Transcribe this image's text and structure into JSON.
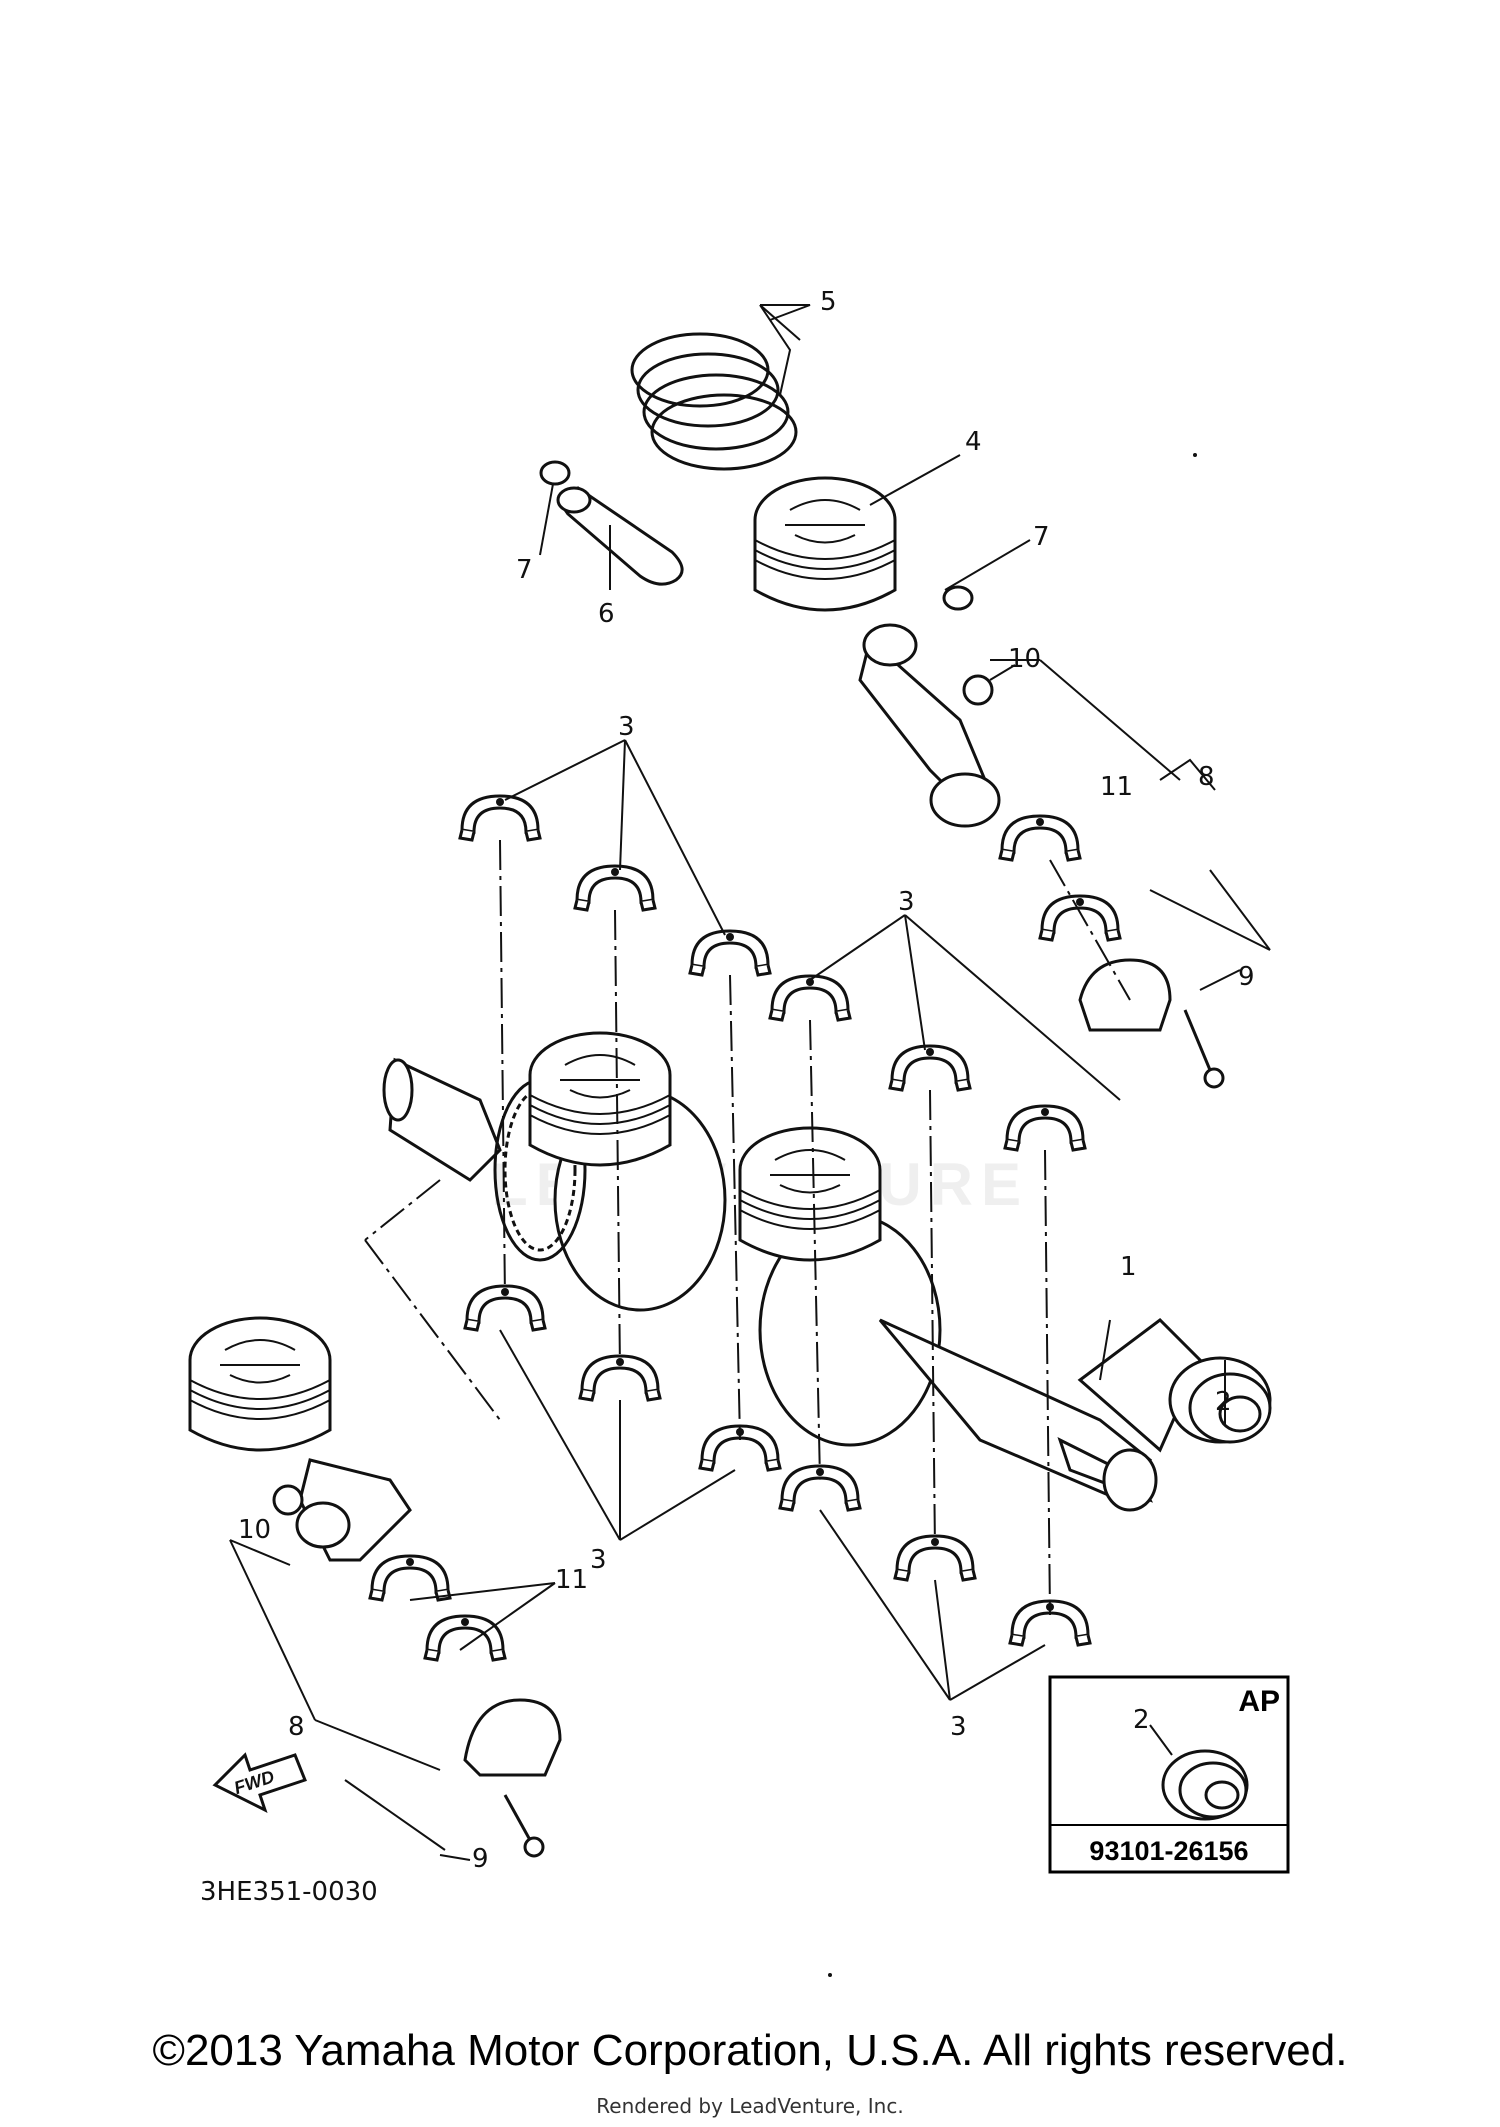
{
  "callouts": {
    "c1": "1",
    "c2": "2",
    "c3": "3",
    "c4": "4",
    "c5": "5",
    "c6": "6",
    "c7": "7",
    "c8": "8",
    "c9": "9",
    "c10": "10",
    "c11": "11"
  },
  "inset": {
    "label": "AP",
    "callout": "2",
    "part_number": "93101-26156"
  },
  "direction_arrow": "FWD",
  "diagram_code": "3HE351-0030",
  "watermark": "LEADVENTURE",
  "footer": {
    "copyright": "©2013 Yamaha Motor Corporation, U.S.A. All rights reserved.",
    "rendered_by": "Rendered by LeadVenture, Inc."
  }
}
